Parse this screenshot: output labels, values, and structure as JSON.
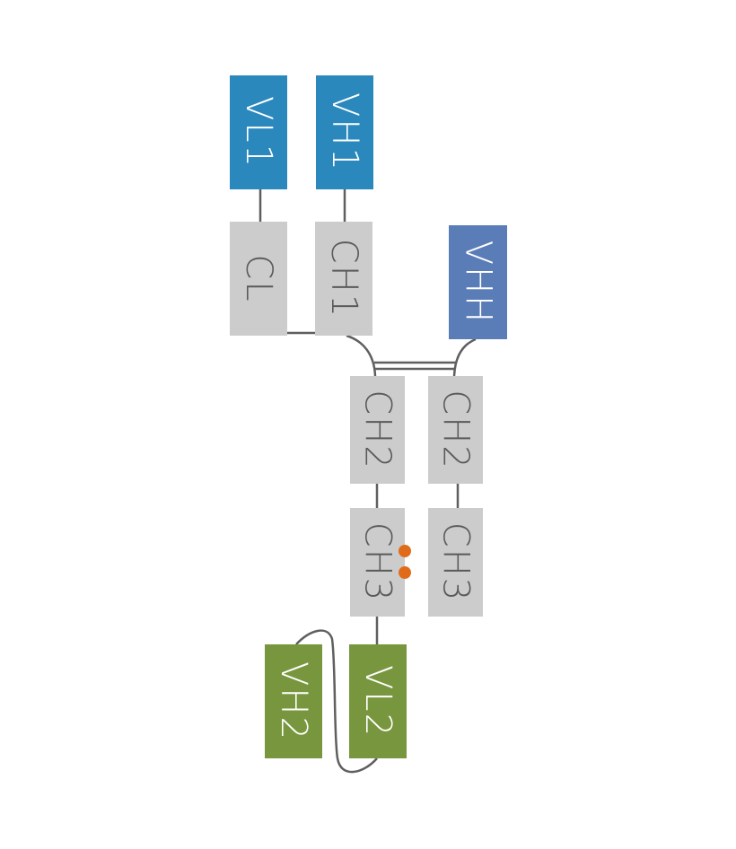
{
  "colors": {
    "light_variable": "#2a88bd",
    "heavy_only": "#5b7db7",
    "constant": "#cccccc",
    "second_variable": "#78963e",
    "knob": "#e06c1a",
    "connector": "#5f5f5f",
    "text_dark": "#5a5a5a",
    "text_light": "#ffffff"
  },
  "domains": {
    "vl1": "VL1",
    "vh1": "VH1",
    "cl": "CL",
    "ch1": "CH1",
    "vhh": "VHH",
    "ch2_left": "CH2",
    "ch2_right": "CH2",
    "ch3_left": "CH3",
    "ch3_right": "CH3",
    "vh2": "VH2",
    "vl2": "VL2"
  }
}
